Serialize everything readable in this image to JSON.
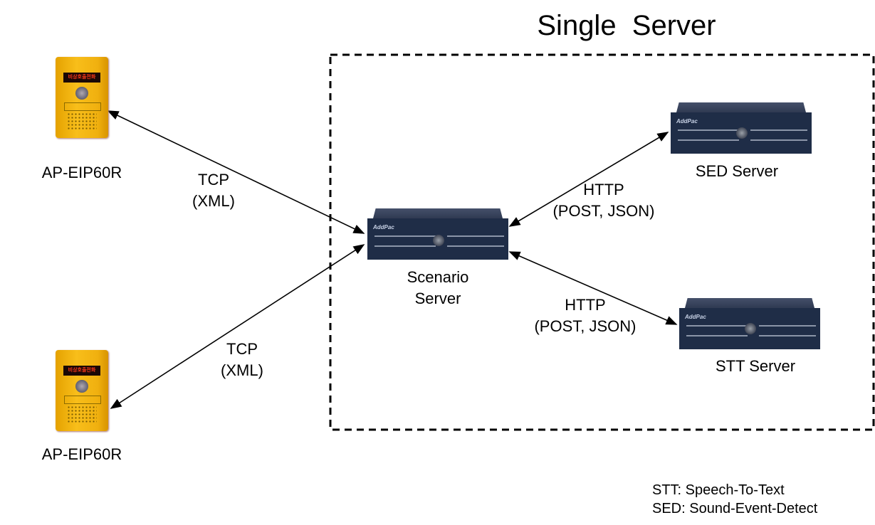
{
  "title": "Single  Server",
  "nodes": {
    "phone1": {
      "label": "AP-EIP60R",
      "led_text": "비상호출전화"
    },
    "phone2": {
      "label": "AP-EIP60R",
      "led_text": "비상호출전화"
    },
    "scenario": {
      "label_line1": "Scenario",
      "label_line2": "Server",
      "brand": "AddPac"
    },
    "sed": {
      "label": "SED Server",
      "brand": "AddPac"
    },
    "stt": {
      "label": "STT Server",
      "brand": "AddPac"
    }
  },
  "edges": {
    "phone1_scenario": {
      "line1": "TCP",
      "line2": "(XML)"
    },
    "phone2_scenario": {
      "line1": "TCP",
      "line2": "(XML)"
    },
    "scenario_sed": {
      "line1": "HTTP",
      "line2": "(POST, JSON)"
    },
    "scenario_stt": {
      "line1": "HTTP",
      "line2": "(POST, JSON)"
    }
  },
  "legend": [
    "STT: Speech-To-Text",
    "SED: Sound-Event-Detect"
  ]
}
